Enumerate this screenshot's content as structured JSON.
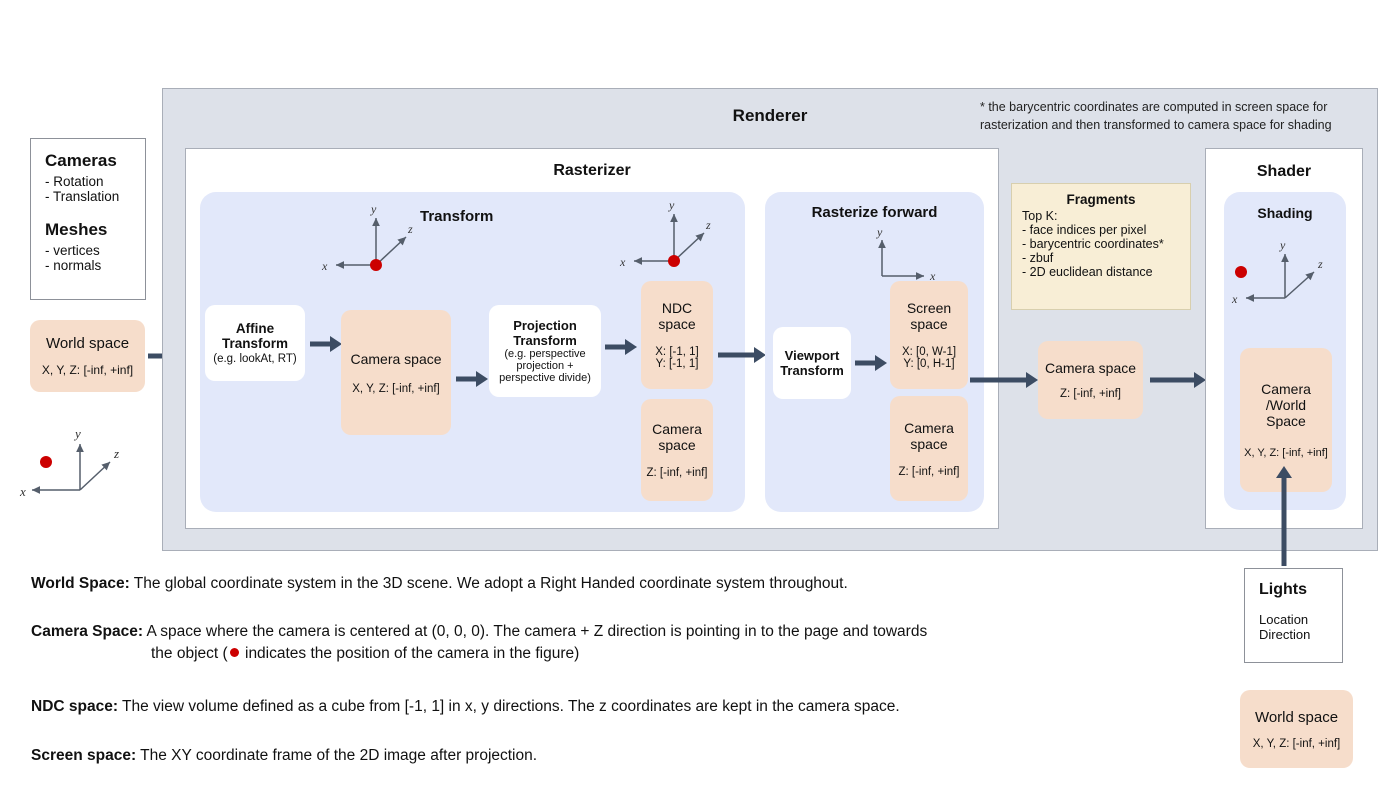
{
  "inputs_card": {
    "title_cameras": "Cameras",
    "cameras_items": [
      "- Rotation",
      "- Translation"
    ],
    "title_meshes": "Meshes",
    "meshes_items": [
      "- vertices",
      "- normals"
    ]
  },
  "world_space_left": {
    "label": "World space",
    "range": "X, Y, Z: [-inf, +inf]"
  },
  "renderer": {
    "title": "Renderer",
    "footnote_line1": "* the barycentric coordinates are computed in screen space for",
    "footnote_line2": "rasterization and then transformed to camera space for shading"
  },
  "rasterizer": {
    "title": "Rasterizer",
    "transform": {
      "title": "Transform",
      "affine": {
        "line1": "Affine",
        "line2": "Transform",
        "note": "(e.g. lookAt, RT)"
      },
      "camera_space": {
        "label": "Camera space",
        "range": "X, Y, Z: [-inf, +inf]"
      },
      "projection": {
        "line1": "Projection",
        "line2": "Transform",
        "note_line1": "(e.g. perspective",
        "note_line2": "projection +",
        "note_line3": "perspective divide)"
      },
      "ndc_space": {
        "line1": "NDC",
        "line2": "space",
        "range_x": "X: [-1, 1]",
        "range_y": "Y: [-1, 1]"
      },
      "camera_space_z": {
        "line1": "Camera",
        "line2": "space",
        "range_z": "Z: [-inf, +inf]"
      }
    },
    "rasterize_forward": {
      "title": "Rasterize forward",
      "viewport": {
        "line1": "Viewport",
        "line2": "Transform"
      },
      "screen_space": {
        "line1": "Screen",
        "line2": "space",
        "range_x": "X: [0, W-1]",
        "range_y": "Y: [0,  H-1]"
      },
      "camera_space_z": {
        "line1": "Camera",
        "line2": "space",
        "range_z": "Z: [-inf, +inf]"
      }
    }
  },
  "fragments": {
    "title": "Fragments",
    "topk_label": "Top K:",
    "items": [
      "- face indices per pixel",
      "- barycentric coordinates*",
      "- zbuf",
      "- 2D euclidean distance"
    ]
  },
  "camera_space_mid": {
    "label": "Camera space",
    "range": "Z: [-inf, +inf]"
  },
  "shader": {
    "title": "Shader",
    "shading_title": "Shading",
    "camera_world_space": {
      "line1": "Camera",
      "line2": "/World",
      "line3": "Space",
      "range": "X, Y, Z: [-inf, +inf]"
    }
  },
  "lights": {
    "title": "Lights",
    "items": [
      "Location",
      "Direction"
    ]
  },
  "world_space_right": {
    "label": "World space",
    "range": "X, Y, Z: [-inf, +inf]"
  },
  "axes_labels": {
    "x": "x",
    "y": "y",
    "z": "z"
  },
  "legend": {
    "world_space": {
      "term": "World Space:",
      "text": " The global coordinate system in the 3D scene. We adopt a Right Handed coordinate system throughout."
    },
    "camera_space": {
      "term": "Camera Space:",
      "text": " A space where the camera is centered at (0, 0, 0). The camera + Z direction is pointing in to the page and towards",
      "text_line2_before": "the object (",
      "text_line2_after": " indicates the position of the camera in the figure)"
    },
    "ndc_space": {
      "term": "NDC space:",
      "text": " The view volume defined as a cube from [-1, 1] in x, y directions. The z coordinates are kept in the camera space."
    },
    "screen_space": {
      "term": "Screen space:",
      "text": " The XY coordinate frame of the 2D image after projection."
    }
  },
  "colors": {
    "peach": "#f6ddcb",
    "blue": "#e2e8fa",
    "gray_panel": "#dde1e9",
    "cream": "#f8eed6",
    "arrow": "#3c4c63",
    "camera_dot": "#cc0000"
  }
}
